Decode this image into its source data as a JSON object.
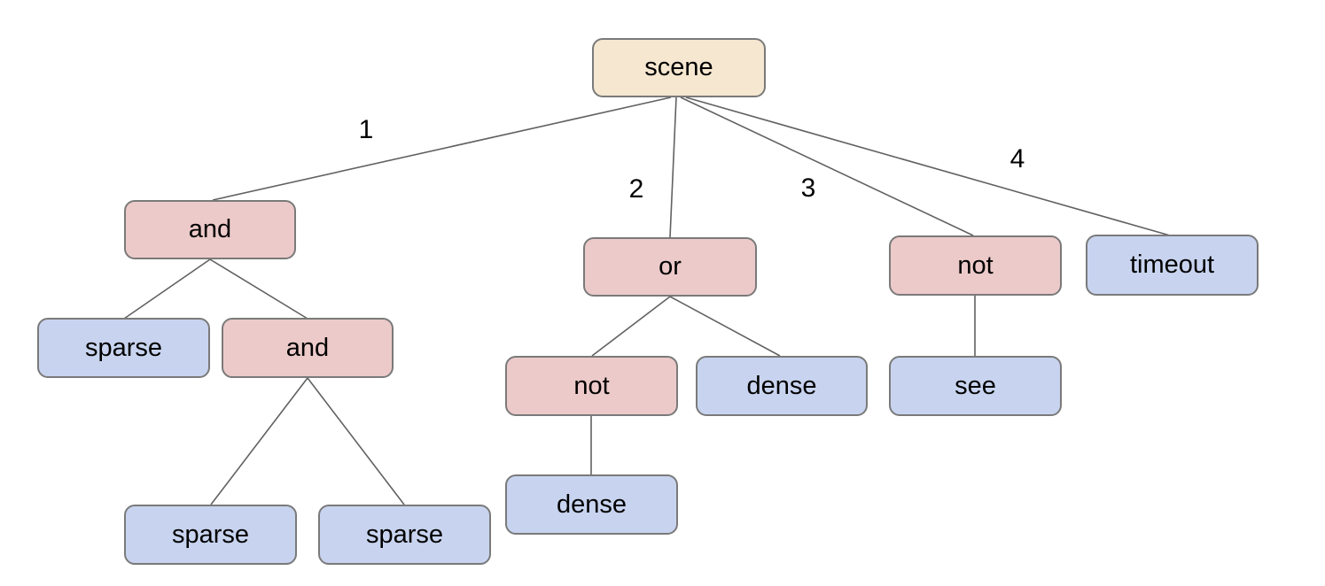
{
  "diagram": {
    "type": "tree",
    "colors": {
      "root_fill": "#f5e7d0",
      "operator_fill": "#eccac9",
      "leaf_fill": "#c8d4ef",
      "node_border": "#7a7a7a",
      "edge_line": "#616161",
      "label_text": "#000000",
      "background": "#ffffff"
    },
    "nodes": {
      "scene": {
        "label": "scene",
        "kind": "root"
      },
      "and1": {
        "label": "and",
        "kind": "operator"
      },
      "or1": {
        "label": "or",
        "kind": "operator"
      },
      "not1": {
        "label": "not",
        "kind": "operator"
      },
      "timeout1": {
        "label": "timeout",
        "kind": "leaf"
      },
      "sparse1": {
        "label": "sparse",
        "kind": "leaf"
      },
      "and2": {
        "label": "and",
        "kind": "operator"
      },
      "not2": {
        "label": "not",
        "kind": "operator"
      },
      "dense1": {
        "label": "dense",
        "kind": "leaf"
      },
      "see1": {
        "label": "see",
        "kind": "leaf"
      },
      "dense2": {
        "label": "dense",
        "kind": "leaf"
      },
      "sparse2": {
        "label": "sparse",
        "kind": "leaf"
      },
      "sparse3": {
        "label": "sparse",
        "kind": "leaf"
      }
    },
    "edge_labels": {
      "branch1": "1",
      "branch2": "2",
      "branch3": "3",
      "branch4": "4"
    },
    "edges": [
      {
        "from": "scene",
        "to": "and1",
        "label": "1"
      },
      {
        "from": "scene",
        "to": "or1",
        "label": "2"
      },
      {
        "from": "scene",
        "to": "not1",
        "label": "3"
      },
      {
        "from": "scene",
        "to": "timeout1",
        "label": "4"
      },
      {
        "from": "and1",
        "to": "sparse1",
        "label": ""
      },
      {
        "from": "and1",
        "to": "and2",
        "label": ""
      },
      {
        "from": "and2",
        "to": "sparse2",
        "label": ""
      },
      {
        "from": "and2",
        "to": "sparse3",
        "label": ""
      },
      {
        "from": "or1",
        "to": "not2",
        "label": ""
      },
      {
        "from": "or1",
        "to": "dense1",
        "label": ""
      },
      {
        "from": "not2",
        "to": "dense2",
        "label": ""
      },
      {
        "from": "not1",
        "to": "see1",
        "label": ""
      }
    ]
  }
}
